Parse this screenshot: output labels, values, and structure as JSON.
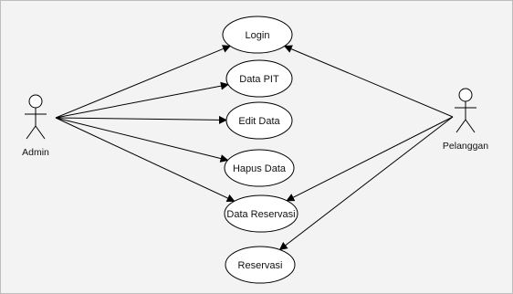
{
  "diagram": {
    "actors": [
      {
        "id": "admin",
        "label": "Admin"
      },
      {
        "id": "pelanggan",
        "label": "Pelanggan"
      }
    ],
    "use_cases": [
      {
        "id": "login",
        "label": "Login"
      },
      {
        "id": "data_pit",
        "label": "Data PIT"
      },
      {
        "id": "edit_data",
        "label": "Edit Data"
      },
      {
        "id": "hapus_data",
        "label": "Hapus Data"
      },
      {
        "id": "data_reservasi",
        "label": "Data Reservasi"
      },
      {
        "id": "reservasi",
        "label": "Reservasi"
      }
    ],
    "associations": [
      {
        "from": "admin",
        "to": "login"
      },
      {
        "from": "admin",
        "to": "data_pit"
      },
      {
        "from": "admin",
        "to": "edit_data"
      },
      {
        "from": "admin",
        "to": "hapus_data"
      },
      {
        "from": "admin",
        "to": "data_reservasi"
      },
      {
        "from": "pelanggan",
        "to": "login"
      },
      {
        "from": "pelanggan",
        "to": "data_reservasi"
      },
      {
        "from": "pelanggan",
        "to": "reservasi"
      }
    ],
    "colors": {
      "background": "#f3f3f3",
      "stroke": "#000000",
      "use_case_fill": "#ffffff"
    }
  }
}
